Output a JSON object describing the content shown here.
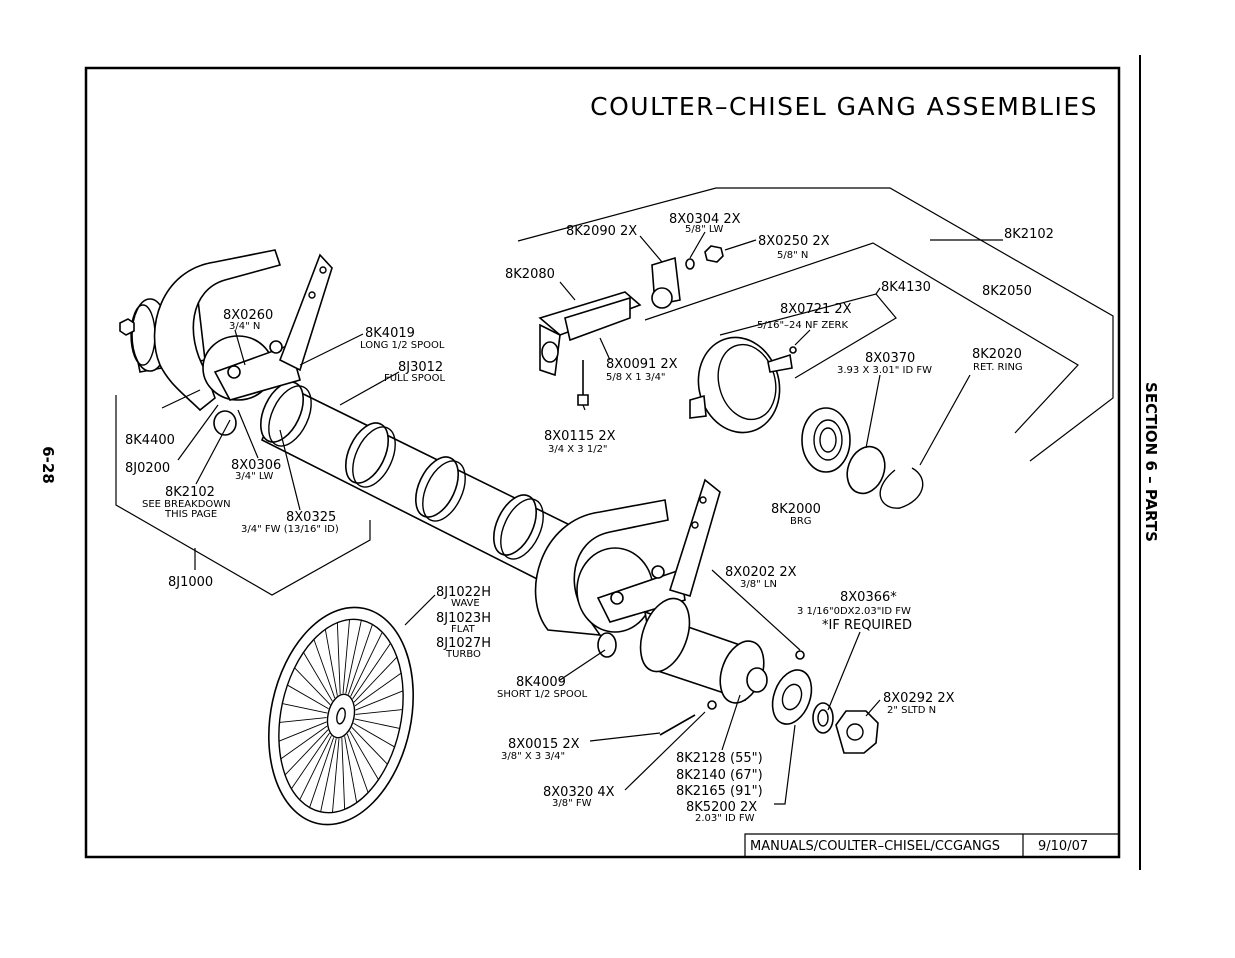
{
  "page": {
    "page_number": "6-28",
    "section_label": "SECTION 6 – PARTS"
  },
  "diagram": {
    "title": "COULTER–CHISEL GANG ASSEMBLIES",
    "footer_path": "MANUALS/COULTER–CHISEL/CCGANGS",
    "footer_date": "9/10/07"
  },
  "labels": {
    "p8K2102_top": "8K2102",
    "p8K2090": "8K2090  2X",
    "p8X0304": "8X0304  2X",
    "p8X0304_d": "5/8\" LW",
    "p8X0250": "8X0250  2X",
    "p8X0250_d": "5/8\" N",
    "p8K2080": "8K2080",
    "p8K4130": "8K4130",
    "p8K2050": "8K2050",
    "p8X0721": "8X0721  2X",
    "p8X0721_d": "5/16\"–24 NF ZERK",
    "p8X0091": "8X0091  2X",
    "p8X0091_d": "5/8 X 1 3/4\"",
    "p8X0370": "8X0370",
    "p8X0370_d": "3.93 X 3.01\" ID FW",
    "p8K2020": "8K2020",
    "p8K2020_d": "RET. RING",
    "p8X0115": "8X0115  2X",
    "p8X0115_d": "3/4 X 3 1/2\"",
    "p8K2000": "8K2000",
    "p8K2000_d": "BRG",
    "p8X0260": "8X0260",
    "p8X0260_d": "3/4\" N",
    "p8K4019": "8K4019",
    "p8K4019_d": "LONG 1/2 SPOOL",
    "p8J3012": "8J3012",
    "p8J3012_d": "FULL SPOOL",
    "p8K4400": "8K4400",
    "p8J0200": "8J0200",
    "p8X0306": "8X0306",
    "p8X0306_d": "3/4\" LW",
    "p8K2102_left": "8K2102",
    "p8K2102_left_d1": "SEE BREAKDOWN",
    "p8K2102_left_d2": "THIS PAGE",
    "p8X0325": "8X0325",
    "p8X0325_d": "3/4\" FW (13/16\" ID)",
    "p8J1000": "8J1000",
    "p8J1022H": "8J1022H",
    "p8J1022H_d": "WAVE",
    "p8J1023H": "8J1023H",
    "p8J1023H_d": "FLAT",
    "p8J1027H": "8J1027H",
    "p8J1027H_d": "TURBO",
    "p8X0202": "8X0202  2X",
    "p8X0202_d": "3/8\" LN",
    "p8X0366": "8X0366*",
    "p8X0366_d": "3 1/16\"0DX2.03\"ID FW",
    "p8X0366_note": "*IF REQUIRED",
    "p8K4009": "8K4009",
    "p8K4009_d": "SHORT 1/2 SPOOL",
    "p8X0292": "8X0292  2X",
    "p8X0292_d": "2\" SLTD N",
    "p8X0015": "8X0015  2X",
    "p8X0015_d": "3/8\" X 3 3/4\"",
    "p8K2128": "8K2128  (55\")",
    "p8K2140": "8K2140  (67\")",
    "p8K2165": "8K2165  (91\")",
    "p8X0320": "8X0320  4X",
    "p8X0320_d": "3/8\" FW",
    "p8K5200": "8K5200  2X",
    "p8K5200_d": "2.03\" ID FW"
  }
}
